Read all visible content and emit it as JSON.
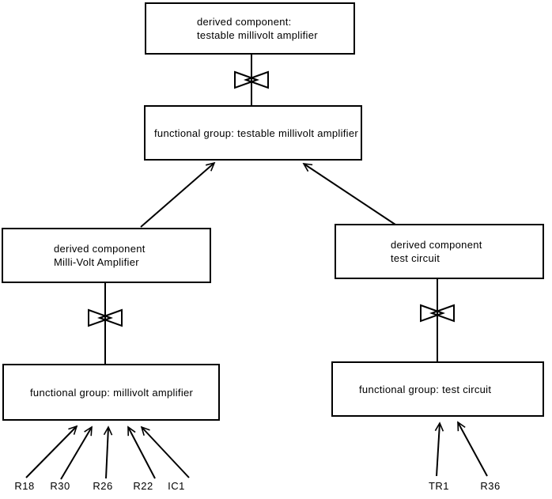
{
  "diagram": {
    "colors": {
      "background": "#ffffff",
      "line": "#000000",
      "text": "#000000"
    },
    "boxes": {
      "top_derived": {
        "line1": "derived component:",
        "line2": "testable millivolt amplifier"
      },
      "fg_testable": {
        "label": "functional group: testable millivolt amplifier"
      },
      "left_derived": {
        "line1": "derived component",
        "line2": "Milli-Volt Amplifier"
      },
      "fg_millivolt": {
        "label": "functional group: millivolt amplifier"
      },
      "right_derived": {
        "line1": "derived component",
        "line2": "test circuit"
      },
      "fg_test": {
        "label": "functional group: test circuit"
      }
    },
    "components_left": [
      "R18",
      "R30",
      "R26",
      "R22",
      "IC1"
    ],
    "components_right": [
      "TR1",
      "R36"
    ],
    "symbols": {
      "bowtie": "decomposition-bowtie"
    }
  }
}
